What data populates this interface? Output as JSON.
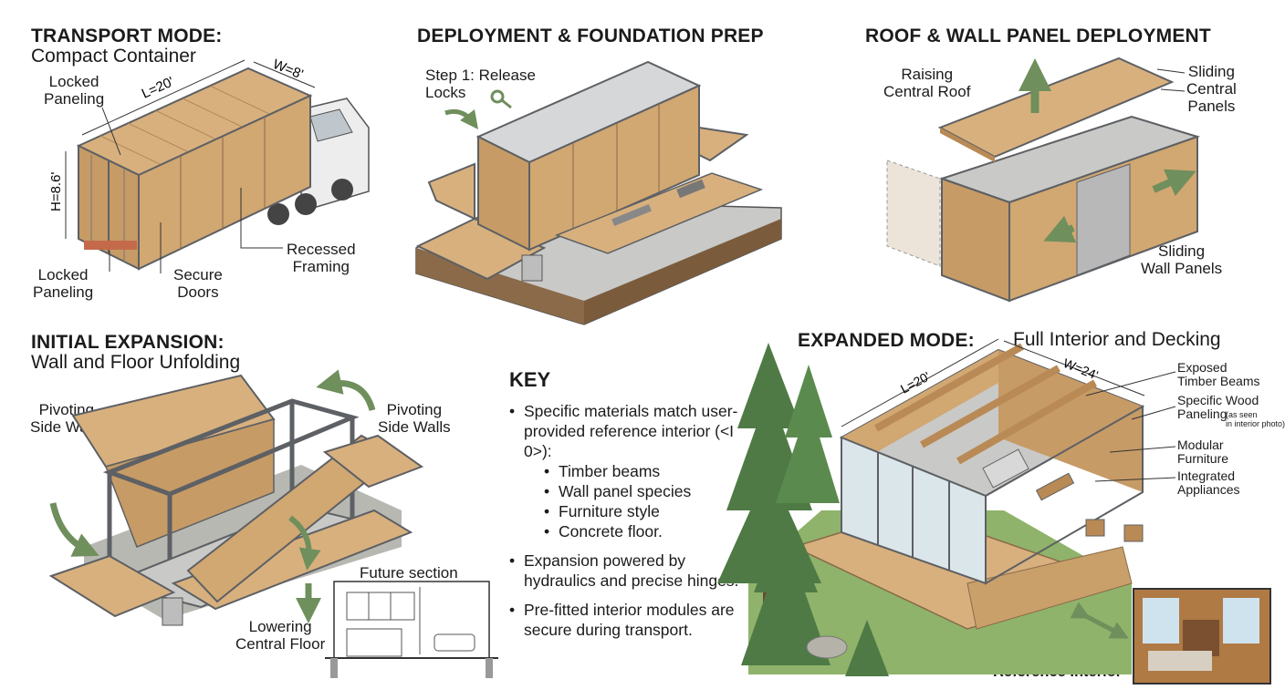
{
  "transport": {
    "title": "TRANSPORT MODE:",
    "subtitle": "Compact Container",
    "dim_length": "L=20'",
    "dim_width": "W=8'",
    "dim_height": "H=8.6'",
    "label_locked_top": "Locked\nPaneling",
    "label_locked_bottom": "Locked\nPaneling",
    "label_secure_doors": "Secure\nDoors",
    "label_recessed": "Recessed\nFraming"
  },
  "deployment": {
    "title": "DEPLOYMENT & FOUNDATION PREP",
    "step1": "Step 1: Release\nLocks"
  },
  "roof": {
    "title": "ROOF & WALL PANEL DEPLOYMENT",
    "label_raising": "Raising\nCentral Roof",
    "label_sliding_central": "Sliding\nCentral\nPanels",
    "label_sliding_wall": "Sliding\nWall Panels"
  },
  "initial": {
    "title": "INITIAL EXPANSION:",
    "subtitle": "Wall and Floor Unfolding",
    "label_pivot_left": "Pivoting\nSide Walls",
    "label_pivot_right": "Pivoting\nSide Walls",
    "label_lowering": "Lowering\nCentral Floor",
    "label_future": "Future section"
  },
  "key": {
    "title": "KEY",
    "item1": "Specific materials match user-provided reference interior (<I 0>):",
    "sub": [
      "Timber beams",
      "Wall panel species",
      "Furniture style",
      "Concrete floor."
    ],
    "item2": "Expansion powered by hydraulics and precise hinges.",
    "item3": "Pre-fitted interior modules are secure during transport."
  },
  "expanded": {
    "title": "EXPANDED MODE:",
    "subtitle": "Full Interior and Decking",
    "dim_length": "L=20'",
    "dim_width": "W=24'",
    "label_beams": "Exposed\nTimber Beams",
    "label_paneling": "Specific Wood\nPaneling",
    "label_paneling_note": "(as seen\nin interior photo)",
    "label_furniture": "Modular\nFurniture",
    "label_appliances": "Integrated\nAppliances",
    "matches": "Matches User's\nReference Interior"
  },
  "colors": {
    "wood": "#d8b07e",
    "wood_dark": "#b98a55",
    "steel": "#8f9296",
    "steel_dark": "#5d6064",
    "concrete": "#c9c9c7",
    "gravel": "#b8b8b2",
    "soil": "#8a6a48",
    "arrow_green": "#6f8f5c",
    "tree_green": "#4f7a45",
    "grass": "#8fb36a"
  }
}
